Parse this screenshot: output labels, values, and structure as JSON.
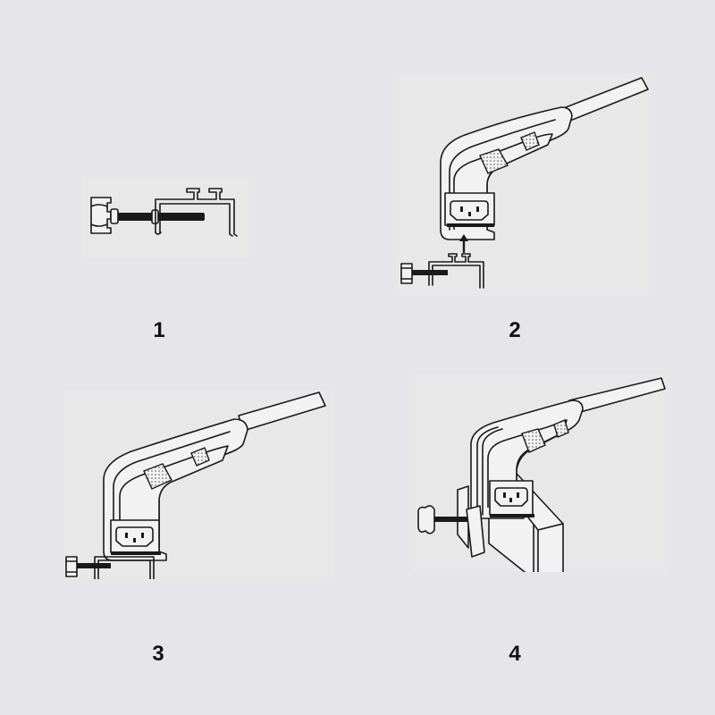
{
  "diagram": {
    "type": "assembly-instructions",
    "subject": "Clamp mount attachment for angled power plug/socket holder",
    "background_color": "#e6e5ea",
    "panel_color": "#e9e8e8",
    "line_color": "#1a1a1a",
    "steps": [
      {
        "number": "1",
        "description": "Clamp assembly with thumb screw knob and threaded bolt through C-bracket with T-slot rails",
        "parts": [
          "knob-icon",
          "threaded-bolt",
          "c-bracket",
          "t-slot-rail"
        ]
      },
      {
        "number": "2",
        "description": "Slide the clamp rails upward into the slot on the bottom of the angled socket housing",
        "parts": [
          "socket-housing",
          "iec-socket-icon",
          "cable",
          "up-arrow-icon",
          "clamp"
        ]
      },
      {
        "number": "3",
        "description": "Clamp attached beneath the socket housing",
        "parts": [
          "socket-housing",
          "iec-socket-icon",
          "cable",
          "clamp"
        ]
      },
      {
        "number": "4",
        "description": "Tighten the thumb screw to fix the assembly onto the edge of a board/table",
        "parts": [
          "socket-housing",
          "iec-socket-icon",
          "cable",
          "clamp",
          "wooden-board"
        ]
      }
    ]
  }
}
